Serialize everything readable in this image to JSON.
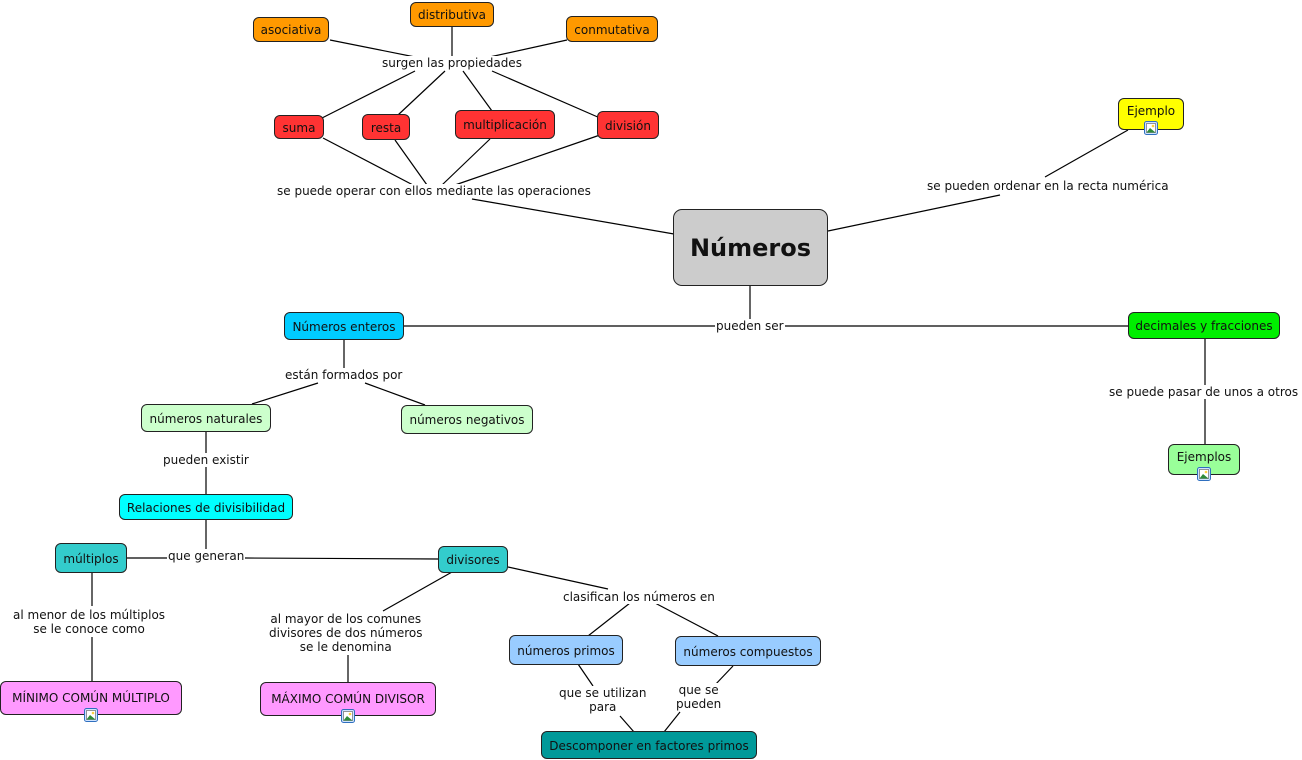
{
  "map": {
    "main_concept": "Números",
    "concepts": {
      "asociativa": "asociativa",
      "distributiva": "distributiva",
      "conmutativa": "conmutativa",
      "suma": "suma",
      "resta": "resta",
      "multiplicacion": "multiplicación",
      "division": "división",
      "ejemplo": "Ejemplo",
      "numeros_enteros": "Números enteros",
      "decimales_fracciones": "decimales y fracciones",
      "numeros_naturales": "números naturales",
      "numeros_negativos": "números negativos",
      "ejemplos": "Ejemplos",
      "relaciones_divisibilidad": "Relaciones de divisibilidad",
      "multiplos": "múltiplos",
      "divisores": "divisores",
      "numeros_primos": "números primos",
      "numeros_compuestos": "números compuestos",
      "mcm": "MÍNIMO COMÚN MÚLTIPLO",
      "mcd": "MÁXIMO COMÚN DIVISOR",
      "descomponer": "Descomponer en factores primos"
    },
    "linking_phrases": {
      "surgen": "surgen las propiedades",
      "operar": "se puede operar con ellos mediante las operaciones",
      "ordenar": "se pueden ordenar en la recta numérica",
      "pueden_ser": "pueden ser",
      "formados": "están formados por",
      "pasar": "se puede pasar de unos a otros",
      "existir": "pueden existir",
      "generan": "que generan",
      "menor": [
        "al menor de los múltiplos",
        "se le conoce como"
      ],
      "mayor": [
        "al mayor de los comunes",
        "divisores de dos números",
        "se le denomina"
      ],
      "clasifican": "clasifican los números en",
      "utilizan": [
        "que se utilizan",
        "para"
      ],
      "pueden": [
        "que se",
        "pueden"
      ]
    },
    "colors": {
      "main": "#cccccc",
      "properties": "#ff9900",
      "operations": "#ff3333",
      "ejemplo": "#ffff00",
      "enteros": "#00ccff",
      "decimales": "#00ee00",
      "light_green": "#ccffcc",
      "ejemplos": "#99ff99",
      "cyan": "#00ffff",
      "teal": "#33cccc",
      "light_blue": "#99ccff",
      "pink": "#ff99ff",
      "dark_teal": "#009999"
    },
    "attachment_icon": "image-icon"
  }
}
